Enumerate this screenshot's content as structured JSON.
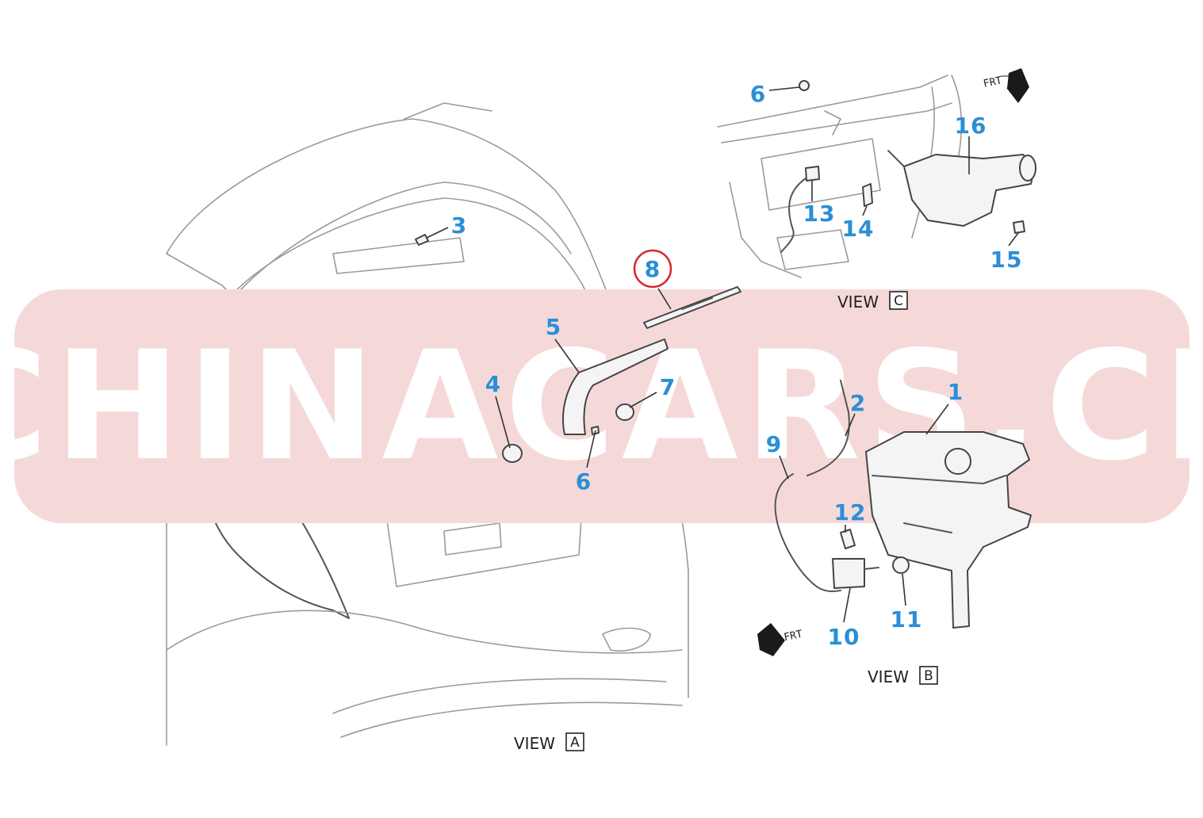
{
  "watermark": {
    "text": "CHINACARS.CL",
    "band_color": "#f5d9d9"
  },
  "views": [
    {
      "label": "VIEW",
      "letter": "A"
    },
    {
      "label": "VIEW",
      "letter": "B"
    },
    {
      "label": "VIEW",
      "letter": "C"
    }
  ],
  "frt_arrows": [
    {
      "text": "FRT"
    },
    {
      "text": "FRT"
    }
  ],
  "callouts": [
    {
      "number": "1"
    },
    {
      "number": "2"
    },
    {
      "number": "3"
    },
    {
      "number": "4"
    },
    {
      "number": "5"
    },
    {
      "number": "6"
    },
    {
      "number": "6"
    },
    {
      "number": "7"
    },
    {
      "number": "8",
      "highlighted": true
    },
    {
      "number": "9"
    },
    {
      "number": "10"
    },
    {
      "number": "11"
    },
    {
      "number": "12"
    },
    {
      "number": "13"
    },
    {
      "number": "14"
    },
    {
      "number": "15"
    },
    {
      "number": "16"
    }
  ],
  "colors": {
    "callout": "#2a8fd6",
    "highlight_ring": "#d8262b",
    "line_art": "#9a9a9a"
  }
}
